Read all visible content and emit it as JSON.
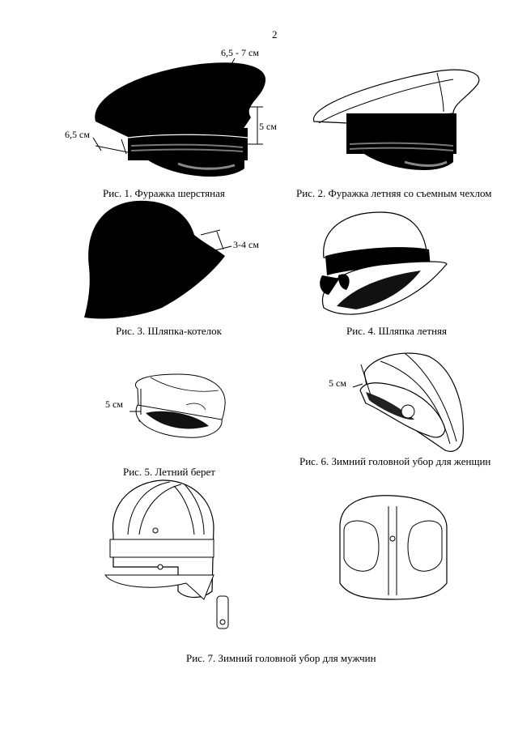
{
  "page_number": "2",
  "figures": [
    {
      "caption": "Рис. 1. Фуражка шерстяная",
      "measurements": [
        "6,5 - 7 см",
        "5 см",
        "6,5 см"
      ]
    },
    {
      "caption": "Рис. 2. Фуражка летняя со съемным чехлом",
      "measurements": []
    },
    {
      "caption": "Рис. 3. Шляпка-котелок",
      "measurements": [
        "3-4 см"
      ]
    },
    {
      "caption": "Рис. 4. Шляпка летняя",
      "measurements": []
    },
    {
      "caption": "Рис. 5. Летний берет",
      "measurements": [
        "5 см"
      ]
    },
    {
      "caption": "Рис. 6. Зимний головной убор для женщин",
      "measurements": [
        "5 см"
      ]
    },
    {
      "caption": "Рис. 7. Зимний головной убор для мужчин",
      "measurements": []
    }
  ]
}
